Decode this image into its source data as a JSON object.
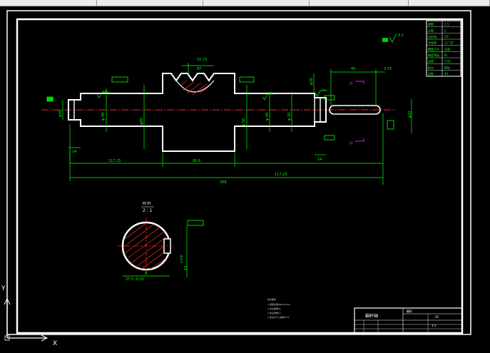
{
  "app": {
    "toolbar_segments": 5
  },
  "colors": {
    "background": "#000000",
    "frame": "#ffffff",
    "dimension": "#00ff00",
    "centerline": "#ff2020",
    "section_label": "#ff00ff",
    "hatch": "#ff3030"
  },
  "drawing": {
    "dims": {
      "teeth_top": "15.72",
      "pitch": "97",
      "left_len": "117.25",
      "mid_len": "95.6",
      "right_len": "117.25",
      "total_len": "398",
      "shoulder_left": "14",
      "shoulder_right": "14",
      "key_len": "45",
      "key_off": "3.75",
      "phi48": "φ 48",
      "phi80": "φ80",
      "phi30_mid": "φ 30",
      "phi50": "φ 50",
      "phi40": "φ 40",
      "phi32": "φ32",
      "phi30_left": "φ30",
      "phi30_right": "φ30"
    },
    "section": {
      "label": "H-H",
      "scale": "2 : 1",
      "width_dim": "27.5 -0.20",
      "key_w": "8",
      "depth_dim": "10",
      "tol": "0.036"
    },
    "section_marks": {
      "top": "H",
      "bottom": "H"
    },
    "roughness": {
      "general": "3.2",
      "a": "1.6",
      "b": "3.2",
      "c": "1.6",
      "d": "3.2"
    },
    "notes": {
      "title": "技术要求",
      "line1": "1.调质处理HB220-250",
      "line2": "2.未注圆角R1",
      "line3": "3.未注倒角C1",
      "line4": "4.未注尺寸公差按IT12"
    },
    "title_block": {
      "name": "蜗杆轴",
      "part": "蜗杆",
      "material": "45",
      "scale": "1:1"
    },
    "param_table": [
      {
        "k": "模数",
        "v": "2.5"
      },
      {
        "k": "头数",
        "v": "2"
      },
      {
        "k": "齿形角",
        "v": "20°"
      },
      {
        "k": "导程角",
        "v": "11°18'"
      },
      {
        "k": "螺旋方向",
        "v": "右旋"
      },
      {
        "k": "精度等级",
        "v": "8c"
      },
      {
        "k": "齿厚",
        "v": "3.93"
      },
      {
        "k": "配对",
        "v": "蜗轮"
      },
      {
        "k": "齿数",
        "v": "40"
      }
    ]
  },
  "ucs": {
    "x_label": "X",
    "y_label": "Y"
  }
}
